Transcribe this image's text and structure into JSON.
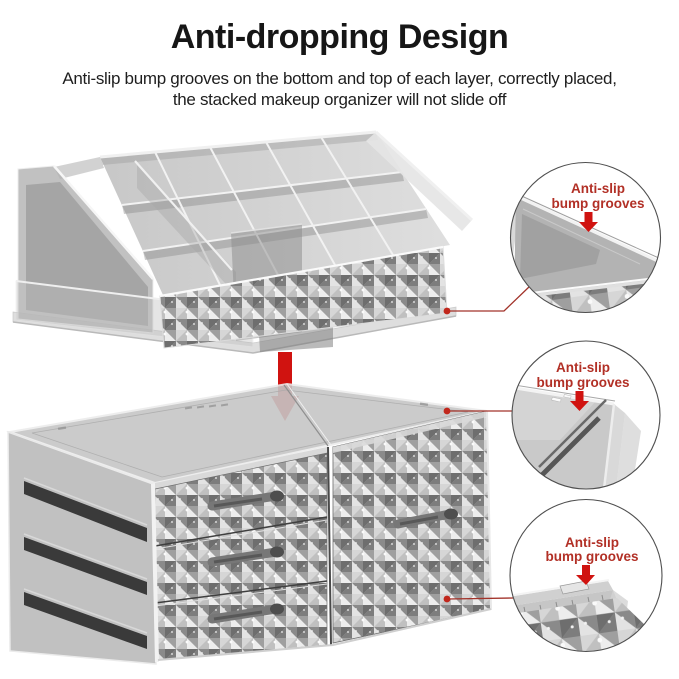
{
  "header": {
    "title": "Anti-dropping Design",
    "subtitle_line1": "Anti-slip bump grooves on the bottom and top of each layer, correctly placed,",
    "subtitle_line2": "the stacked makeup organizer will not slide off"
  },
  "callouts": [
    {
      "line1": "Anti-slip",
      "line2": "bump grooves"
    },
    {
      "line1": "Anti-slip",
      "line2": "bump grooves"
    },
    {
      "line1": "Anti-slip",
      "line2": "bump grooves"
    }
  ],
  "colors": {
    "background": "#ffffff",
    "title_color": "#161616",
    "label_red": "#b23026",
    "arrow_red": "#d01310",
    "leader_red": "#a2332a",
    "dot_red": "#c1271c",
    "circle_border": "#4f4f4f"
  }
}
